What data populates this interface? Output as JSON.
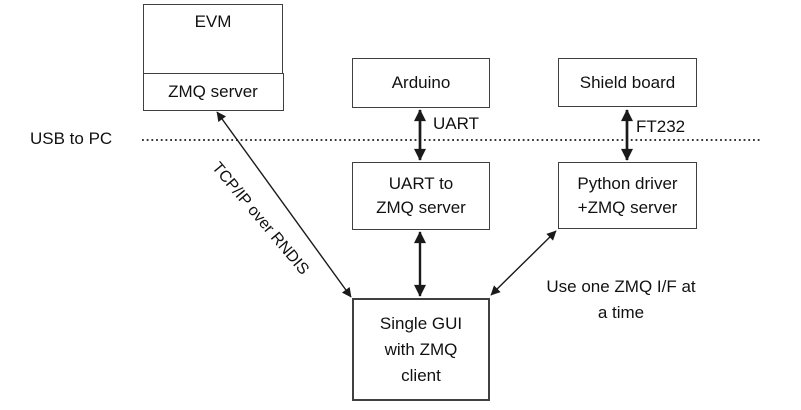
{
  "colors": {
    "background": "#ffffff",
    "box_border": "#404040",
    "line": "#1a1a1a",
    "text": "#111111"
  },
  "nodes": {
    "evm": {
      "title": "EVM",
      "subsystem": "ZMQ server"
    },
    "arduino": {
      "label": "Arduino"
    },
    "shield_board": {
      "label": "Shield board"
    },
    "uart_to_zmq": {
      "lines": [
        "UART to",
        "ZMQ server"
      ]
    },
    "python_driver": {
      "lines": [
        "Python driver",
        "+ZMQ server"
      ]
    },
    "single_gui": {
      "lines": [
        "Single GUI",
        "with ZMQ",
        "client"
      ]
    }
  },
  "labels": {
    "usb_to_pc": "USB to PC",
    "uart": "UART",
    "ft232": "FT232",
    "tcp_ip": {
      "lines": [
        "TCP/IP over",
        "RNDIS"
      ]
    },
    "note": {
      "lines": [
        "Use one ZMQ",
        "I/F at a time"
      ]
    }
  }
}
